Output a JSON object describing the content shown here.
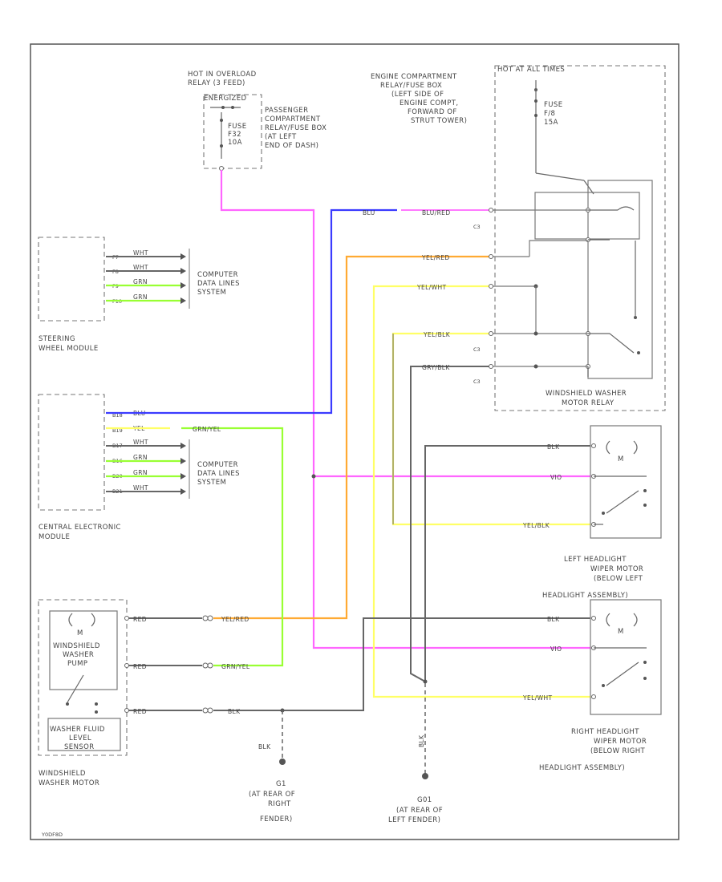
{
  "diagram": {
    "page_tag": "Y0DF8D",
    "colors": {
      "pink": "#ff66ff",
      "blue": "#3b3bff",
      "orange": "#ffaa33",
      "yellow": "#ffff66",
      "green": "#99ff33",
      "gray": "#666666",
      "frame": "#555555"
    },
    "hot_relay": {
      "lines": [
        "HOT IN OVERLOAD",
        "RELAY (3 FEED)",
        "ENERGIZED"
      ],
      "fuse_label": [
        "FUSE",
        "F32",
        "10A"
      ],
      "location": [
        "PASSENGER",
        "COMPARTMENT",
        "RELAY/FUSE BOX",
        "(AT LEFT",
        "END OF DASH)"
      ]
    },
    "hot_all_times": {
      "label": "HOT AT ALL TIMES",
      "fuse_label": [
        "FUSE",
        "F/8",
        "15A"
      ],
      "location": [
        "ENGINE COMPARTMENT",
        "RELAY/FUSE BOX",
        "(LEFT SIDE OF",
        "ENGINE COMPT,",
        "FORWARD OF",
        "STRUT TOWER)"
      ]
    },
    "steering_module": {
      "label": [
        "STEERING",
        "WHEEL MODULE"
      ],
      "pins": [
        "F7",
        "F8",
        "F9",
        "F10"
      ],
      "wires": [
        "WHT",
        "WHT",
        "GRN",
        "GRN"
      ],
      "system": [
        "COMPUTER",
        "DATA LINES",
        "SYSTEM"
      ]
    },
    "central_module": {
      "label": [
        "CENTRAL ELECTRONIC",
        "MODULE"
      ],
      "pins": [
        "B18",
        "B19",
        "B17",
        "B16",
        "B20",
        "B21"
      ],
      "wires": [
        "BLU",
        "YEL",
        "WHT",
        "GRN",
        "GRN",
        "WHT"
      ],
      "connector_wire": "GRN/YEL",
      "system": [
        "COMPUTER",
        "DATA LINES",
        "SYSTEM"
      ]
    },
    "main_wires": {
      "blu": "BLU",
      "blu_red": "BLU/RED",
      "yel_red": "YEL/RED",
      "yel_wht": "YEL/WHT",
      "yel_blk": "YEL/BLK",
      "grn_blk": "GRY/BLK",
      "blk": "BLK",
      "vio": "VIO",
      "grn_yel": "GRN/YEL",
      "yel_blk_hl": "YEL/BLK",
      "yel_wht_hl": "YEL/WHT"
    },
    "connectors": [
      "C3",
      "C3",
      "C3"
    ],
    "washer_relay": {
      "label": [
        "WINDSHIELD WASHER",
        "MOTOR RELAY"
      ]
    },
    "washer_motor": {
      "label": [
        "WINDSHIELD",
        "WASHER",
        "PUMP"
      ],
      "motor": "M",
      "sensor": [
        "WASHER FLUID",
        "LEVEL",
        "SENSOR"
      ],
      "name": [
        "WINDSHIELD",
        "WASHER MOTOR"
      ],
      "wires": [
        "RED",
        "RED",
        "RED"
      ]
    },
    "left_hl": {
      "motor": "M",
      "label": [
        "LEFT HEADLIGHT",
        "WIPER MOTOR",
        "(BELOW LEFT",
        "HEADLIGHT ASSEMBLY)"
      ]
    },
    "right_hl": {
      "motor": "M",
      "label": [
        "RIGHT HEADLIGHT",
        "WIPER MOTOR",
        "(BELOW RIGHT",
        "HEADLIGHT ASSEMBLY)"
      ]
    },
    "ground_g1": {
      "wire": "BLK",
      "id": "G1",
      "label": [
        "(AT REAR OF",
        "RIGHT",
        "FENDER)"
      ]
    },
    "ground_g2": {
      "wire": "BLK",
      "id": "G01",
      "label": [
        "(AT REAR OF",
        "LEFT FENDER)"
      ]
    }
  }
}
